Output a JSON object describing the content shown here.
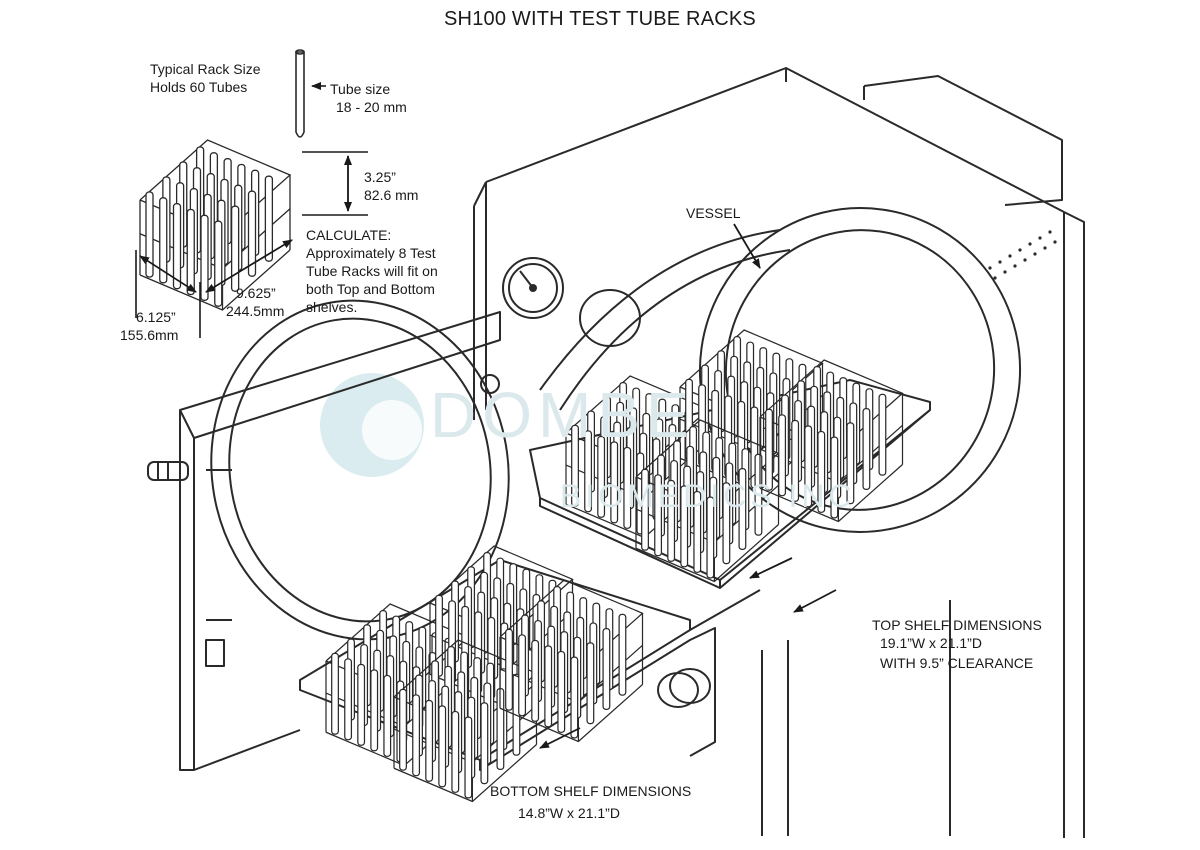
{
  "title": "SH100 WITH TEST TUBE RACKS",
  "rack": {
    "typical_size": "Typical Rack Size",
    "holds": "Holds 60 Tubes",
    "tube_size_label": "Tube size",
    "tube_size_value": "18 - 20 mm",
    "height_in": "3.25”",
    "height_mm": "82.6 mm",
    "width_in": "9.625”",
    "width_mm": "244.5mm",
    "depth_in": "6.125”",
    "depth_mm": "155.6mm"
  },
  "calculate": {
    "heading": "CALCULATE:",
    "lines": [
      "Approximately 8 Test",
      "Tube Racks will fit on",
      "both Top and Bottom",
      "shelves."
    ]
  },
  "vessel_label": "VESSEL",
  "top_shelf": {
    "heading": "TOP SHELF DIMENSIONS",
    "size": "19.1”W x 21.1”D",
    "clearance": "WITH 9.5” CLEARANCE"
  },
  "bottom_shelf": {
    "heading": "BOTTOM SHELF DIMENSIONS",
    "size": "14.8”W x 21.1”D"
  },
  "watermark": {
    "brand": "DOMBE",
    "sub": "BIOMEDICS INC"
  },
  "colors": {
    "line": "#2a2a2a",
    "watermark": "#dbe9ec",
    "watermark_circle": "#cfe6ea"
  }
}
